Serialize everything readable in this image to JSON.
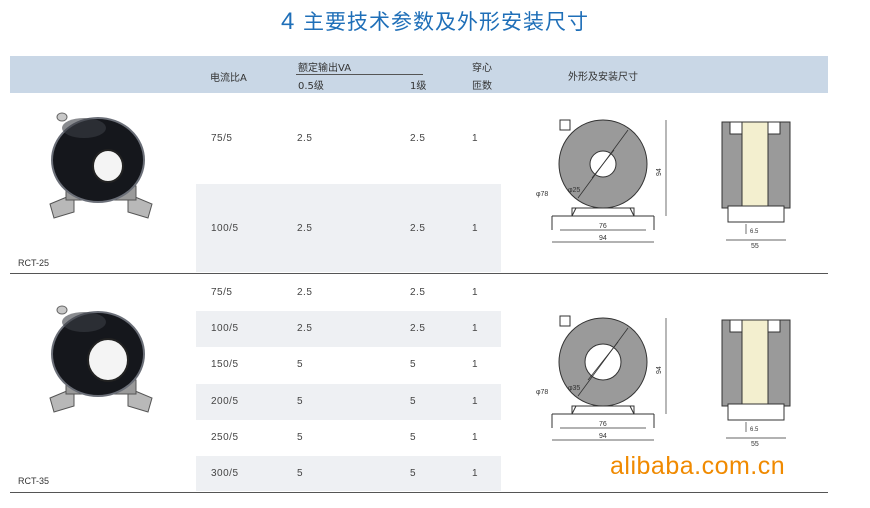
{
  "title": {
    "number": "4",
    "text": "主要技术参数及外形安装尺寸"
  },
  "header": {
    "ratio": "电流比A",
    "rated_output": "额定输出VA",
    "class_05": "0.5级",
    "class_1": "1级",
    "turns_line1": "穿心",
    "turns_line2": "匝数",
    "dimensions": "外形及安装尺寸"
  },
  "groups": [
    {
      "model": "RCT-25",
      "rows": [
        {
          "ratio": "75/5",
          "c05": "2.5",
          "c1": "2.5",
          "turns": "1"
        },
        {
          "ratio": "100/5",
          "c05": "2.5",
          "c1": "2.5",
          "turns": "1"
        }
      ],
      "drawing": {
        "outer_dia": "φ78",
        "inner_dia": "φ25",
        "height": "94",
        "base_inner": "76",
        "base_outer": "94",
        "side_slot": "6.5",
        "side_width": "55"
      }
    },
    {
      "model": "RCT-35",
      "rows": [
        {
          "ratio": "75/5",
          "c05": "2.5",
          "c1": "2.5",
          "turns": "1"
        },
        {
          "ratio": "100/5",
          "c05": "2.5",
          "c1": "2.5",
          "turns": "1"
        },
        {
          "ratio": "150/5",
          "c05": "5",
          "c1": "5",
          "turns": "1"
        },
        {
          "ratio": "200/5",
          "c05": "5",
          "c1": "5",
          "turns": "1"
        },
        {
          "ratio": "250/5",
          "c05": "5",
          "c1": "5",
          "turns": "1"
        },
        {
          "ratio": "300/5",
          "c05": "5",
          "c1": "5",
          "turns": "1"
        }
      ],
      "drawing": {
        "outer_dia": "φ78",
        "inner_dia": "φ35",
        "height": "94",
        "base_inner": "76",
        "base_outer": "94",
        "side_slot": "6.5",
        "side_width": "55"
      }
    }
  ],
  "watermark": "alibaba.com.cn"
}
